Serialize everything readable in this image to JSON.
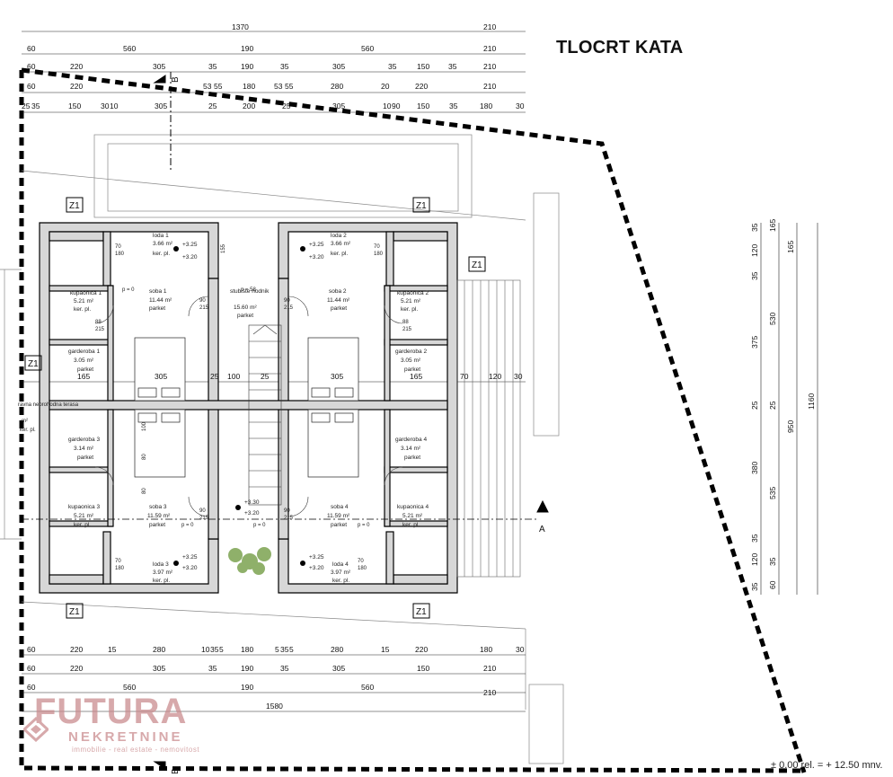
{
  "title": "TLOCRT KATA",
  "level_note": "± 0.00 rel. = + 12.50 mnv.",
  "watermark": {
    "brand": "FUTURA",
    "subtitle": "NEKRETNINE",
    "tagline": "immobilie - real estate - nemovitost",
    "color": "#c9898b"
  },
  "dimensions": {
    "top_row1": [
      "1370",
      "210"
    ],
    "top_row2": [
      "60",
      "560",
      "190",
      "560",
      "210"
    ],
    "top_row3": [
      "60",
      "220",
      "305",
      "35",
      "190",
      "35",
      "305",
      "35",
      "150",
      "35",
      "210"
    ],
    "top_row4": [
      "60",
      "220",
      "53",
      "55",
      "180",
      "53",
      "55",
      "280",
      "20",
      "220",
      "210"
    ],
    "top_row5": [
      "25",
      "35",
      "150",
      "30",
      "10",
      "305",
      "25",
      "200",
      "25",
      "305",
      "10",
      "90",
      "150",
      "35",
      "180",
      "30"
    ],
    "bot_row1": [
      "60",
      "220",
      "15",
      "280",
      "10",
      "35",
      "5",
      "180",
      "5",
      "35",
      "5",
      "280",
      "15",
      "220",
      "180",
      "30"
    ],
    "bot_row2": [
      "60",
      "220",
      "305",
      "35",
      "190",
      "35",
      "305",
      "150",
      "210"
    ],
    "bot_row3": [
      "60",
      "560",
      "190",
      "560",
      "210"
    ],
    "bot_row4": [
      "1580"
    ],
    "right_col1": [
      "35",
      "120",
      "35",
      "375",
      "25",
      "380",
      "35",
      "120",
      "35"
    ],
    "right_col2": [
      "165",
      "530",
      "25",
      "535",
      "35",
      "60"
    ],
    "right_col3": [
      "950"
    ],
    "right_col4": [
      "1160"
    ],
    "mid_row": [
      "165",
      "305",
      "25",
      "100",
      "25",
      "305",
      "165",
      "70",
      "120",
      "30"
    ]
  },
  "rooms": [
    {
      "name": "loda 1",
      "area": "3.66 m²",
      "floor": "ker. pl."
    },
    {
      "name": "loda 2",
      "area": "3.66 m²",
      "floor": "ker. pl."
    },
    {
      "name": "kupaonica 1",
      "area": "5.21 m²",
      "floor": "ker. pl."
    },
    {
      "name": "soba 1",
      "area": "11.44 m²",
      "floor": "parket"
    },
    {
      "name": "stubište hodnik",
      "area": "15.60 m²",
      "floor": "parket"
    },
    {
      "name": "soba 2",
      "area": "11.44 m²",
      "floor": "parket"
    },
    {
      "name": "kupaonica 2",
      "area": "5.21 m²",
      "floor": "ker. pl."
    },
    {
      "name": "garderoba 1",
      "area": "3.05 m²",
      "floor": "parket"
    },
    {
      "name": "garderoba 2",
      "area": "3.05 m²",
      "floor": "parket"
    },
    {
      "name": "garderoba 3",
      "area": "3.14 m²",
      "floor": "parket"
    },
    {
      "name": "garderoba 4",
      "area": "3.14 m²",
      "floor": "parket"
    },
    {
      "name": "kupaonica 3",
      "area": "5.21 m²",
      "floor": "ker. pl."
    },
    {
      "name": "soba 3",
      "area": "11.59 m²",
      "floor": "parket"
    },
    {
      "name": "soba 4",
      "area": "11.59 m²",
      "floor": "parket"
    },
    {
      "name": "kupaonica 4",
      "area": "5.21 m²",
      "floor": "ker. pl."
    },
    {
      "name": "loda 3",
      "area": "3.97 m²",
      "floor": "ker. pl."
    },
    {
      "name": "loda 4",
      "area": "3.97 m²",
      "floor": "ker. pl."
    },
    {
      "name": "ravna neprohodna terasa",
      "area": "m²",
      "floor": "ker. pl."
    }
  ],
  "levels": [
    "+3.25",
    "+3.20",
    "+3.30"
  ],
  "tags": {
    "wall": "Z1",
    "section_a": "A",
    "section_b": "B"
  },
  "openings": [
    "90",
    "215",
    "70",
    "180",
    "88",
    "155",
    "80",
    "100",
    "p = 0",
    "p = 58"
  ]
}
